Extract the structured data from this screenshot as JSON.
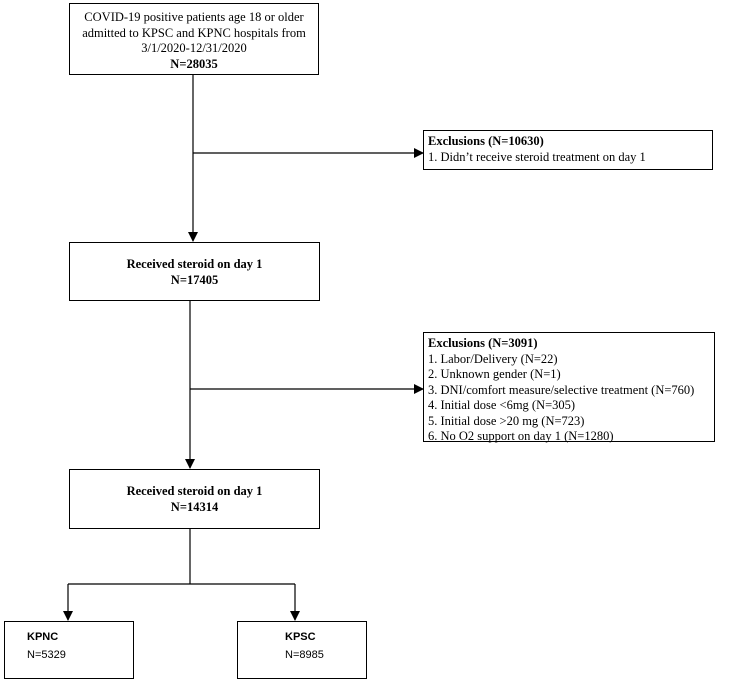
{
  "start": {
    "lines": [
      "COVID-19 positive patients age 18 or older",
      "admitted to KPSC and KPNC hospitals from",
      "3/1/2020-12/31/2020"
    ],
    "count": "N=28035"
  },
  "exclusion1": {
    "title": "Exclusions (N=10630)",
    "items": [
      "1. Didn’t receive steroid treatment on day 1"
    ]
  },
  "step2": {
    "title": "Received steroid on day 1",
    "count": "N=17405"
  },
  "exclusion2": {
    "title": "Exclusions (N=3091)",
    "items": [
      "1. Labor/Delivery (N=22)",
      "2. Unknown gender (N=1)",
      "3. DNI/comfort measure/selective treatment (N=760)",
      "4. Initial dose <6mg (N=305)",
      "5. Initial dose >20 mg (N=723)",
      "6. No O2 support on day 1 (N=1280)"
    ]
  },
  "step3": {
    "title": "Received steroid on day 1",
    "count": "N=14314"
  },
  "outcomes": [
    {
      "title": "KPNC",
      "count": "N=5329"
    },
    {
      "title": "KPSC",
      "count": "N=8985"
    }
  ]
}
